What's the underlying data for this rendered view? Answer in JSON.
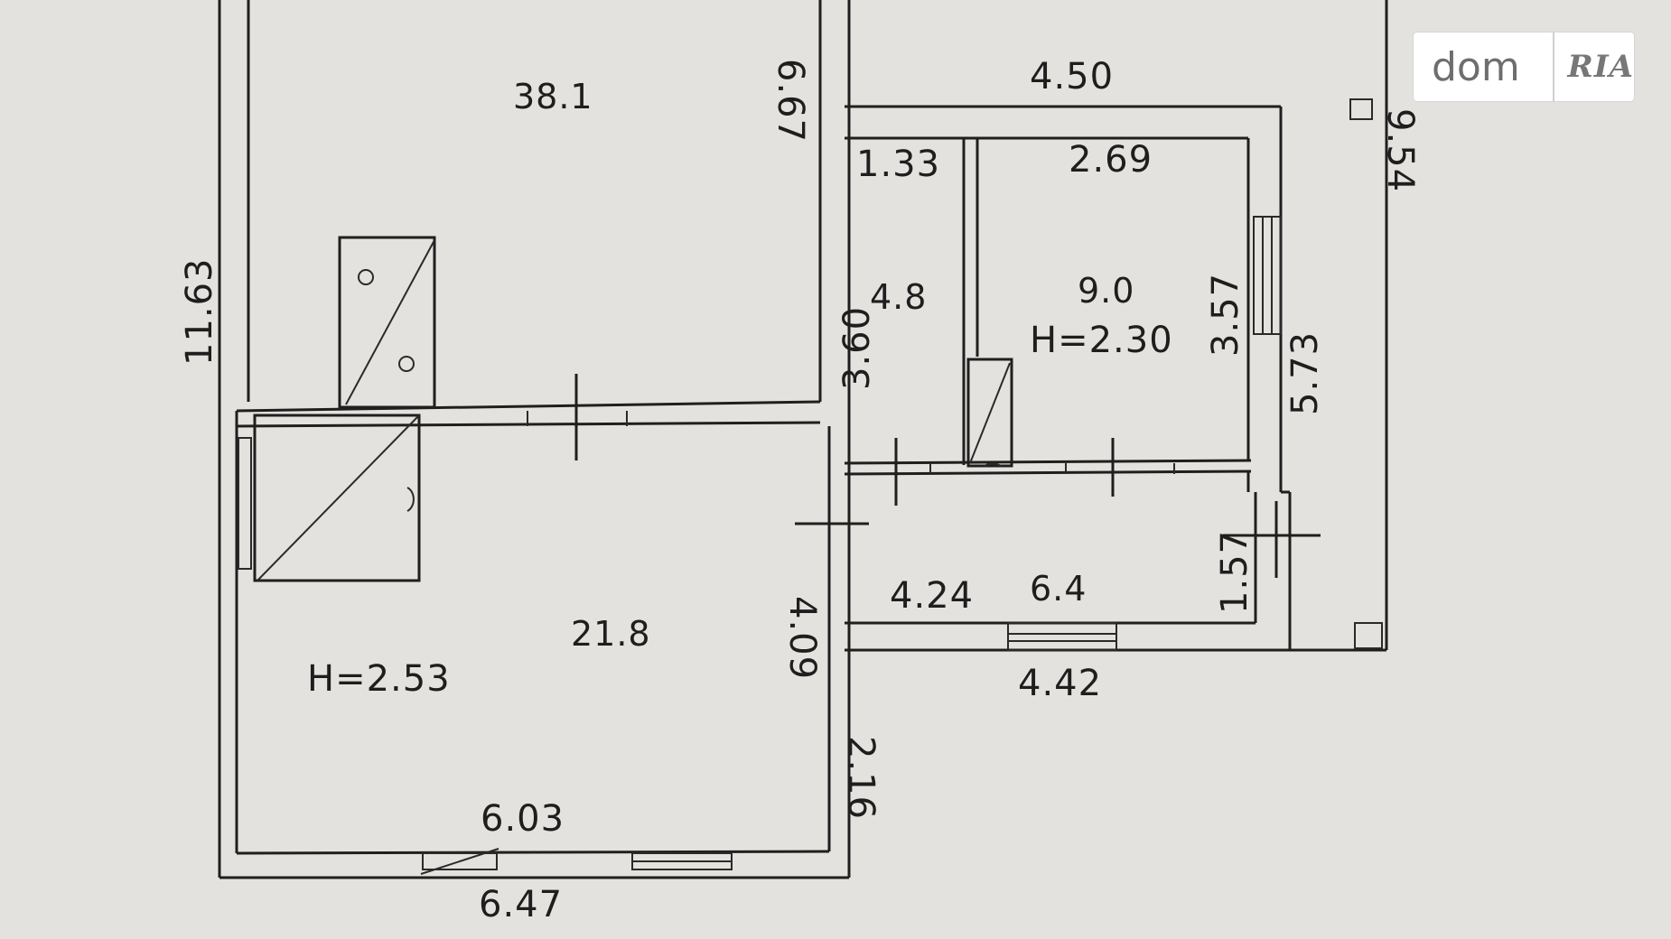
{
  "logo": {
    "dom": "dom",
    "ria": "RIA"
  },
  "plan": {
    "dims": {
      "big_room_area": "38.1",
      "big_room_side": "6.67",
      "left_total": "11.63",
      "top_right_width": "4.50",
      "right_outer": "9.54",
      "small_room_width": "1.33",
      "room_width": "2.69",
      "small_room_area": "4.8",
      "room_area": "9.0",
      "room_height": "H=2.30",
      "room_side": "3.57",
      "small_room_side": "3.60",
      "right_side": "5.73",
      "corridor_width": "4.24",
      "corridor_area": "6.4",
      "corridor_side": "1.57",
      "bottom_right": "4.42",
      "main_area": "21.8",
      "main_height": "H=2.53",
      "main_side": "4.09",
      "step": "2.16",
      "main_width": "6.03",
      "bottom_total": "6.47"
    }
  }
}
